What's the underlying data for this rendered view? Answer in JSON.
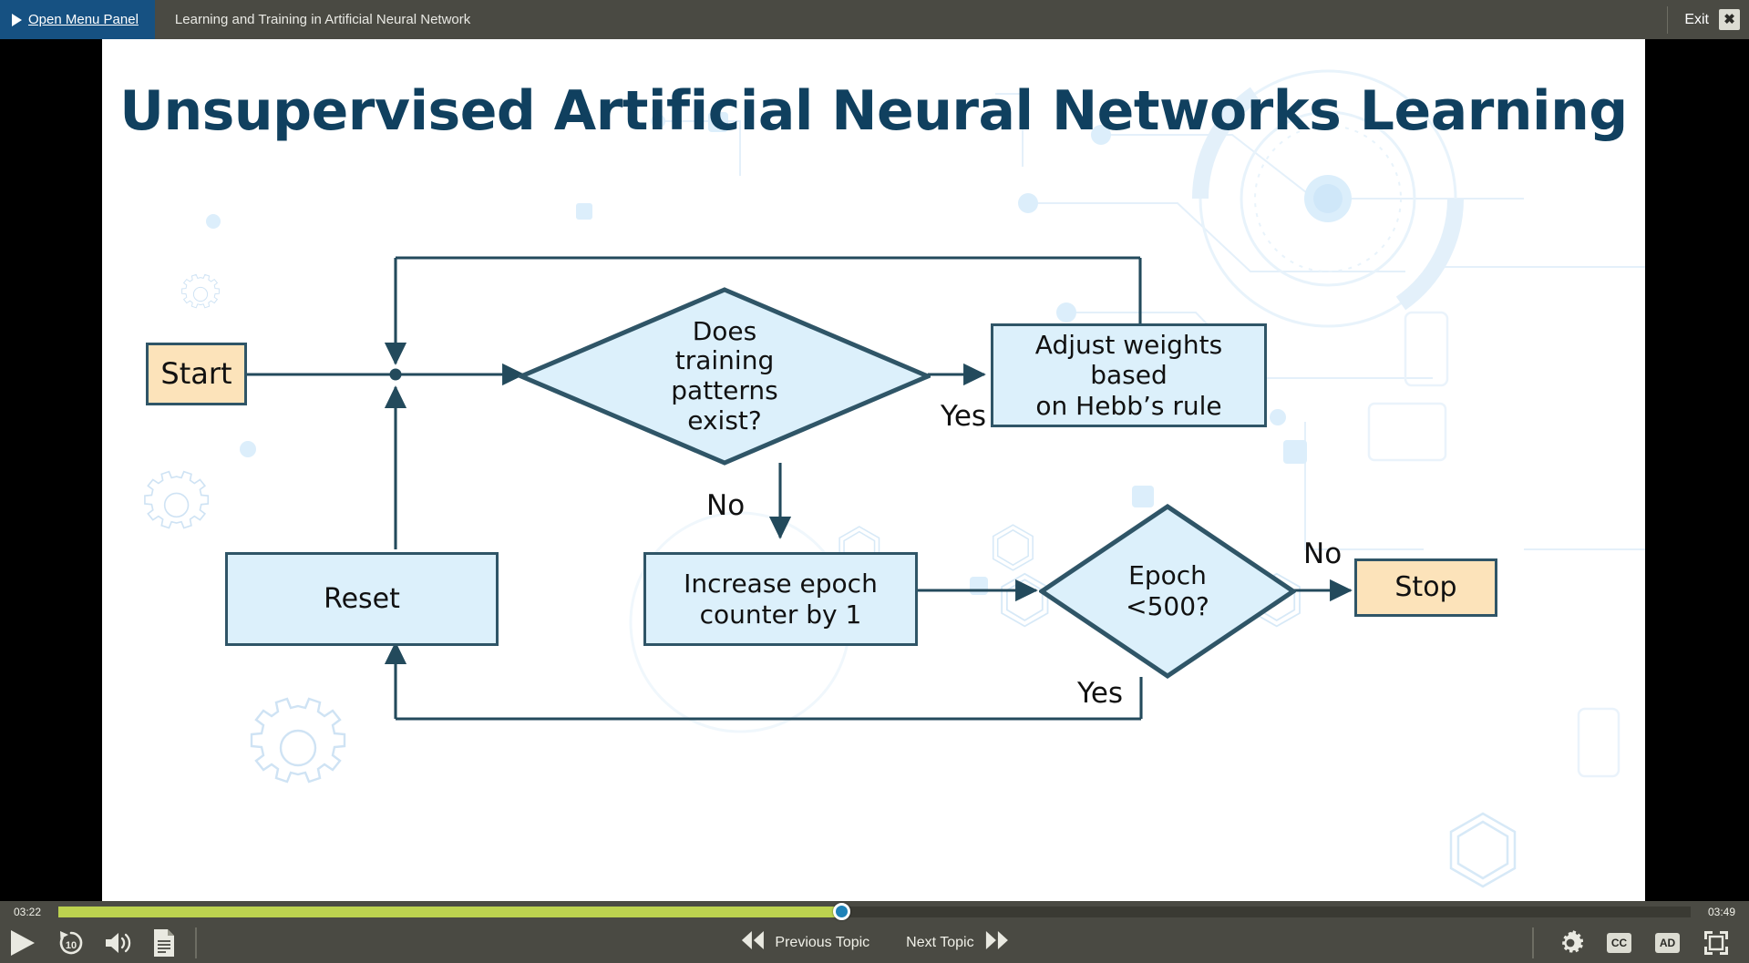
{
  "topbar": {
    "menu_button_label": "Open Menu Panel",
    "menu_icon": "play-triangle-icon",
    "course_title": "Learning and Training in Artificial Neural Network",
    "exit_label": "Exit",
    "close_icon": "close-icon"
  },
  "slide": {
    "title": "Unsupervised Artificial Neural Networks Learning",
    "title_color": "#10405f",
    "node_fill": "#dcf0fb",
    "node_accent_fill": "#fce3ba",
    "node_stroke": "#2f5567",
    "nodes": [
      {
        "id": "start",
        "shape": "rect",
        "label": "Start",
        "variant": "accent"
      },
      {
        "id": "does-training-patterns-exist",
        "shape": "diamond",
        "label": "Does\ntraining\npatterns\nexist?",
        "variant": "default"
      },
      {
        "id": "adjust-weights",
        "shape": "rect",
        "label": "Adjust weights based\non Hebb’s rule",
        "variant": "default"
      },
      {
        "id": "reset",
        "shape": "rect",
        "label": "Reset",
        "variant": "default"
      },
      {
        "id": "increase-epoch-counter",
        "shape": "rect",
        "label": "Increase epoch\ncounter by 1",
        "variant": "default"
      },
      {
        "id": "epoch-less-than-500",
        "shape": "diamond",
        "label": "Epoch\n<500?",
        "variant": "default"
      },
      {
        "id": "stop",
        "shape": "rect",
        "label": "Stop",
        "variant": "accent"
      }
    ],
    "edge_labels": [
      {
        "id": "yes-adjust",
        "text": "Yes"
      },
      {
        "id": "no-increase",
        "text": "No"
      },
      {
        "id": "no-stop",
        "text": "No"
      },
      {
        "id": "yes-reset",
        "text": "Yes"
      }
    ],
    "node_text": {
      "start": "Start",
      "diamond1_l1": "Does",
      "diamond1_l2": "training",
      "diamond1_l3": "patterns",
      "diamond1_l4": "exist?",
      "adjust_l1": "Adjust weights based",
      "adjust_l2": "on Hebb’s rule",
      "reset": "Reset",
      "increase_l1": "Increase epoch",
      "increase_l2": "counter by 1",
      "diamond2_l1": "Epoch",
      "diamond2_l2": "<500?",
      "stop": "Stop",
      "label_yes_1": "Yes",
      "label_no_1": "No",
      "label_no_2": "No",
      "label_yes_2": "Yes"
    }
  },
  "player": {
    "current_time": "03:22",
    "total_time": "03:49",
    "progress_percent": 48,
    "progress_fill_color": "#bcd24f",
    "handle_color": "#1f82b8",
    "play_icon": "play-icon",
    "rewind_icon": "rewind-10-icon",
    "rewind_label": "10",
    "volume_icon": "volume-icon",
    "transcript_icon": "transcript-icon",
    "previous_topic_label": "Previous Topic",
    "previous_topic_icon": "skip-back-icon",
    "next_topic_label": "Next Topic",
    "next_topic_icon": "skip-forward-icon",
    "settings_icon": "gear-icon",
    "cc_label": "CC",
    "ad_label": "AD",
    "fullscreen_icon": "fullscreen-icon"
  }
}
